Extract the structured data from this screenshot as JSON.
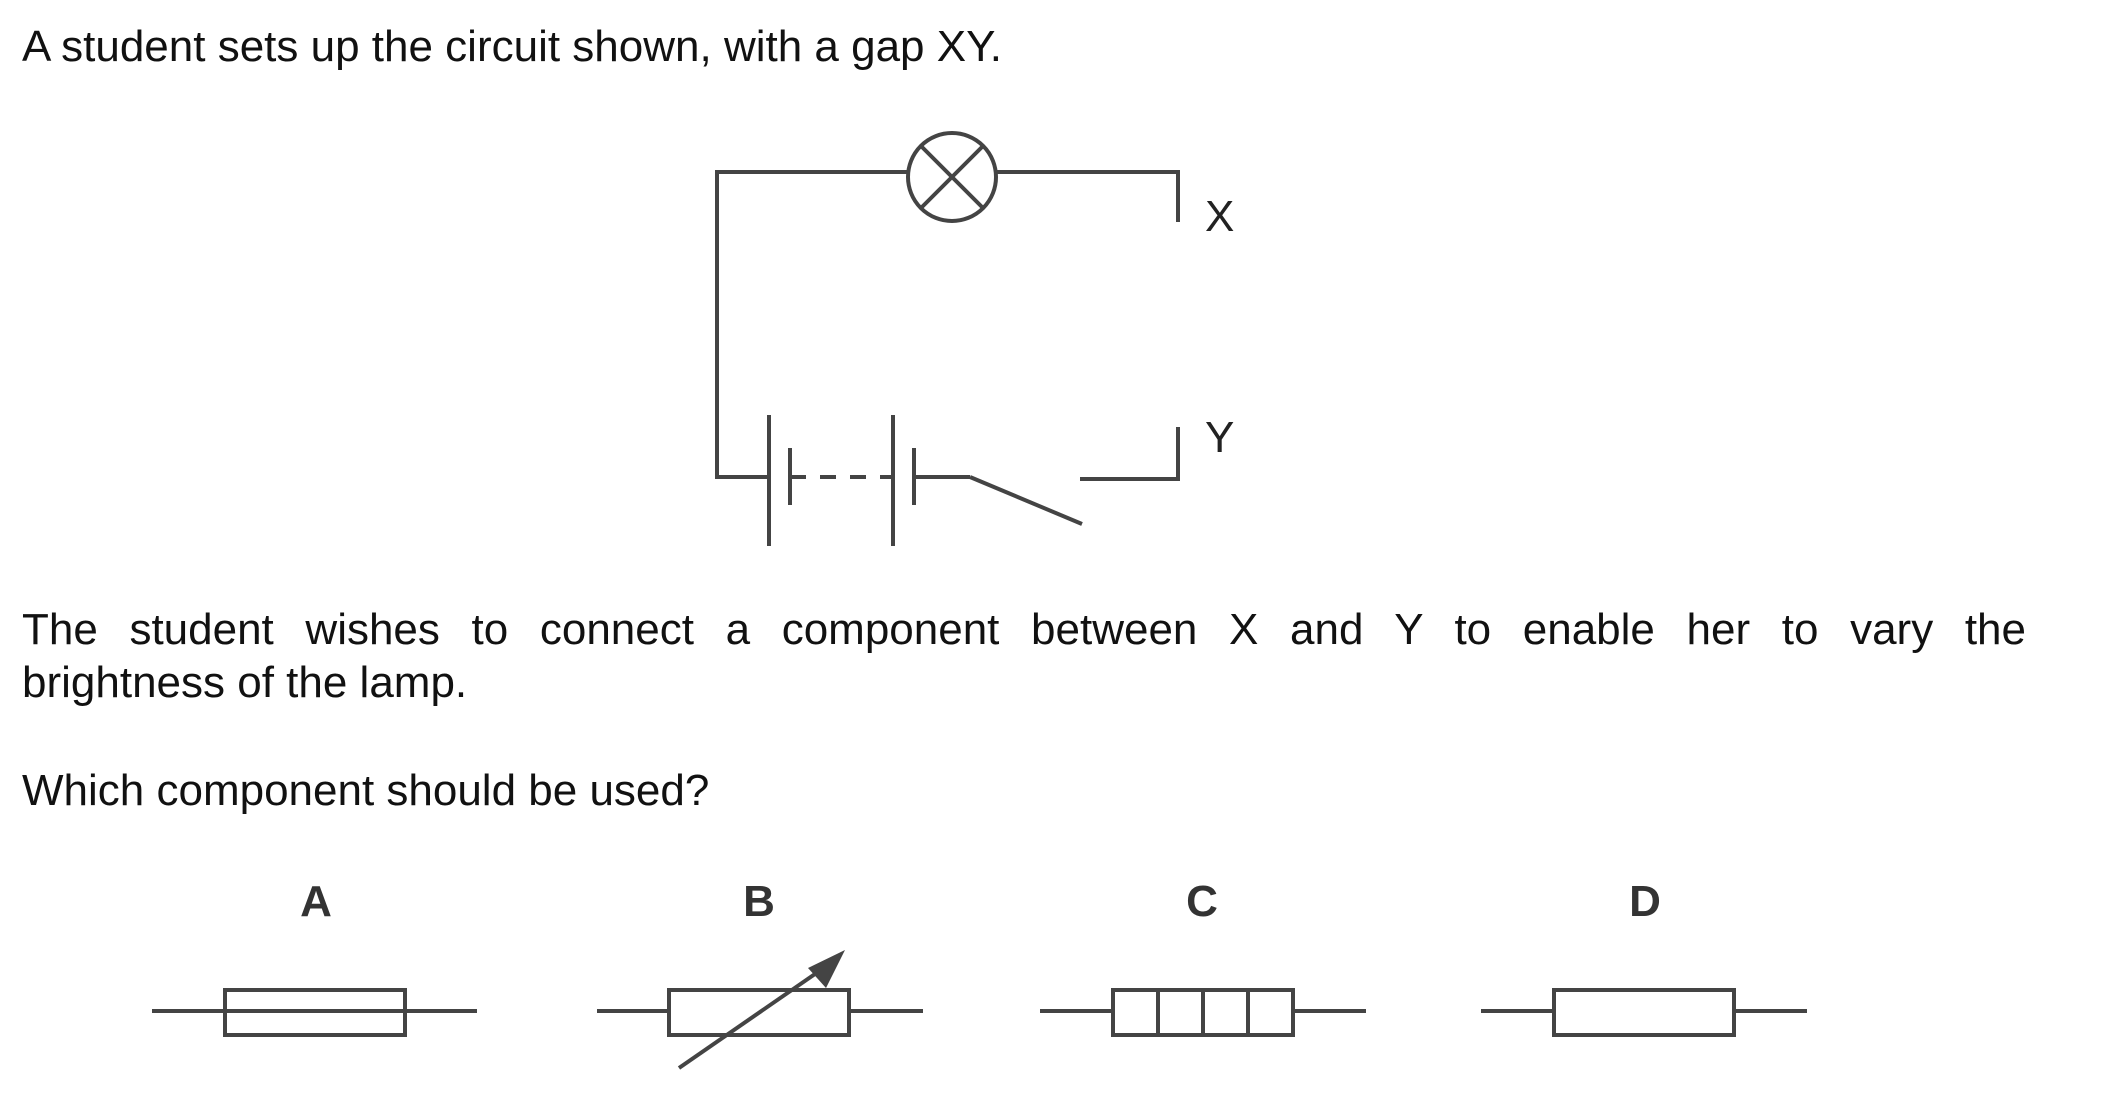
{
  "question": {
    "intro": "A student sets up the circuit shown, with a gap XY.",
    "body_line1": "The student wishes to connect a component between X and Y to enable her to vary the",
    "body_line2": "brightness of the lamp.",
    "prompt": "Which component should be used?"
  },
  "circuit": {
    "terminal_x": "X",
    "terminal_y": "Y",
    "components": [
      "lamp",
      "battery-of-cells",
      "open-switch"
    ]
  },
  "options": [
    {
      "letter": "A",
      "component": "fuse"
    },
    {
      "letter": "B",
      "component": "variable-resistor"
    },
    {
      "letter": "C",
      "component": "resistor-with-divisions"
    },
    {
      "letter": "D",
      "component": "fixed-resistor"
    }
  ],
  "colors": {
    "line": "#444444",
    "text": "#111111"
  }
}
